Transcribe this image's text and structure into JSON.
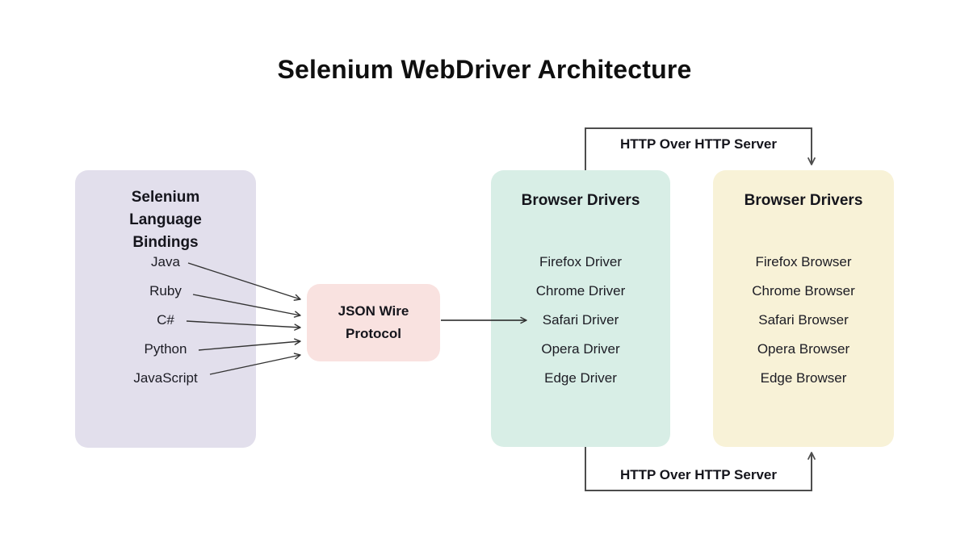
{
  "title": "Selenium WebDriver Architecture",
  "colors": {
    "bindings_box": "#e2dfec",
    "protocol_box": "#f9e2e0",
    "drivers_box": "#d8eee6",
    "browsers_box": "#f8f2d7",
    "line": "#3f3f3f",
    "text": "#15151c"
  },
  "bindings_box": {
    "header": "Selenium Language Bindings",
    "items": [
      "Java",
      "Ruby",
      "C#",
      "Python",
      "JavaScript"
    ]
  },
  "protocol_box": {
    "label": "JSON Wire Protocol"
  },
  "drivers_box": {
    "header": "Browser Drivers",
    "items": [
      "Firefox Driver",
      "Chrome Driver",
      "Safari Driver",
      "Opera Driver",
      "Edge Driver"
    ]
  },
  "browsers_box": {
    "header": "Browser Drivers",
    "items": [
      "Firefox Browser",
      "Chrome Browser",
      "Safari Browser",
      "Opera Browser",
      "Edge Browser"
    ]
  },
  "connectors": {
    "top_label": "HTTP Over HTTP Server",
    "bottom_label": "HTTP Over HTTP Server"
  }
}
